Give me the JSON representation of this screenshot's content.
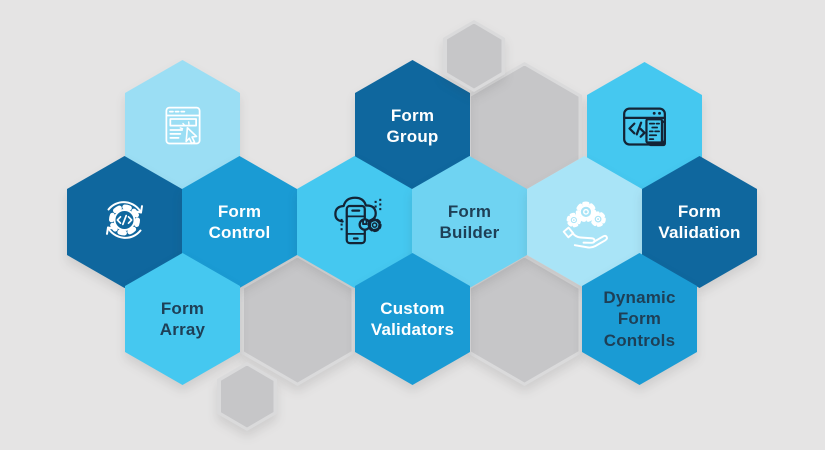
{
  "colors": {
    "background": "#e5e4e4",
    "dark_blue": "#0f679e",
    "medium_blue": "#1a9bd4",
    "bright_cyan": "#45c8f0",
    "light_cyan": "#6fd3f2",
    "pale_cyan": "#9bdef4",
    "paler_cyan": "#a9e4f7",
    "gray_hex": "#c6c6c8",
    "gray_halo": "#dadadb",
    "text_dark": "#1e3f56",
    "text_light": "#ffffff",
    "icon_dark": "#132436"
  },
  "labels": {
    "form_group": "Form\nGroup",
    "form_control": "Form\nControl",
    "form_builder": "Form\nBuilder",
    "form_validation": "Form\nValidation",
    "form_array": "Form\nArray",
    "custom_validators": "Custom\nValidators",
    "dynamic_form_controls": "Dynamic\nForm\nControls"
  },
  "icons": {
    "web_form": "web-form-cursor-icon",
    "gear_sync": "code-gear-sync-icon",
    "cloud_mobile": "cloud-mobile-settings-icon",
    "code_window": "code-window-document-icon",
    "hand_gears": "hand-holding-gears-icon"
  },
  "decor": {
    "gray_hexagons_large": 3,
    "gray_hexagons_small": 2
  }
}
